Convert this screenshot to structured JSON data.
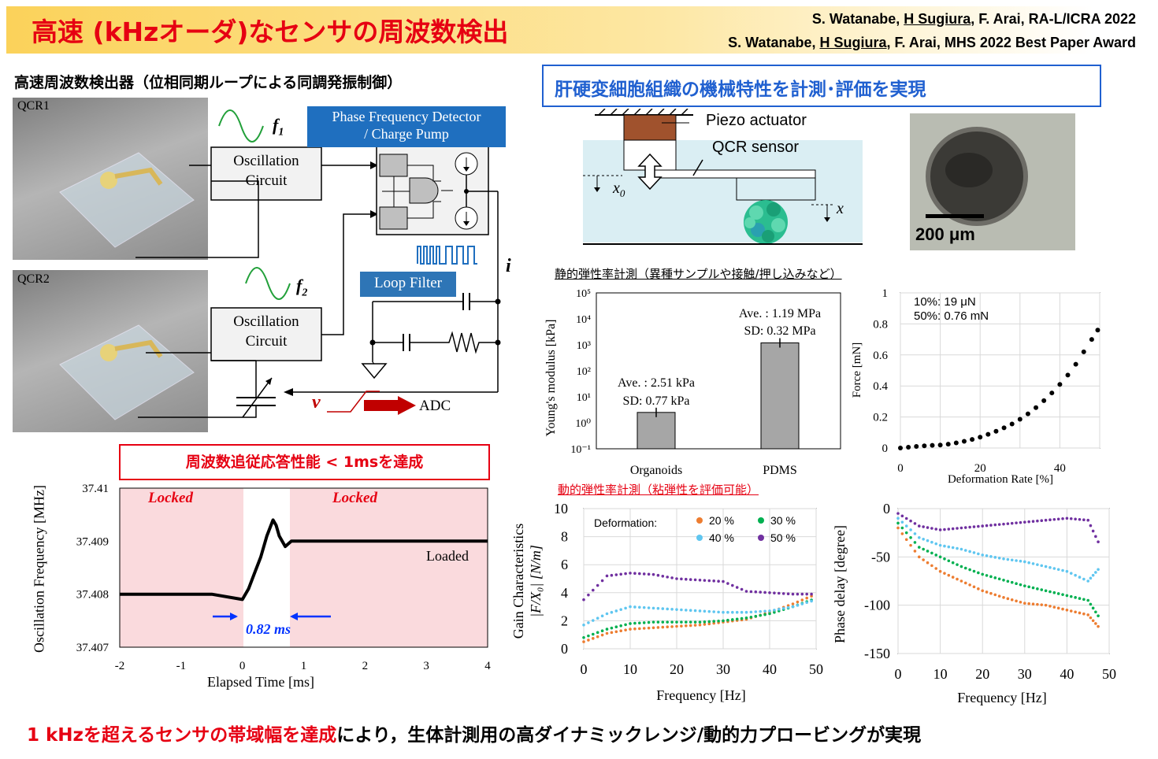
{
  "title": "高速 (kHzオーダ)なセンサの周波数検出",
  "citations": [
    {
      "pre": "S. Watanabe, ",
      "u": "H Sugiura",
      "post": ", F. Arai, RA-L/ICRA 2022"
    },
    {
      "pre": "S. Watanabe, ",
      "u": "H Sugiura",
      "post": ", F. Arai, MHS 2022 Best Paper Award"
    }
  ],
  "left": {
    "heading": "高速周波数検出器（位相同期ループによる同調発振制御）",
    "qcr1": "QCR1",
    "qcr2": "QCR2",
    "f1": "f",
    "f1_sub": "1",
    "f2": "f",
    "f2_sub": "2",
    "osc1": [
      "Oscillation",
      "Circuit"
    ],
    "osc2": [
      "Oscillation",
      "Circuit"
    ],
    "pfd": [
      "Phase Frequency Detector",
      "/ Charge Pump"
    ],
    "loop_filter": "Loop Filter",
    "i_label": "i",
    "v_label": "v",
    "adc": "ADC"
  },
  "response": {
    "banner": "周波数追従応答性能 < 1msを達成",
    "ylabel": "Oscillation Frequency [MHz]",
    "xlabel": "Elapsed Time [ms]",
    "locked1": "Locked",
    "locked2": "Locked",
    "loaded": "Loaded",
    "delay": "0.82 ms",
    "xticks": [
      "-2",
      "-1",
      "0",
      "1",
      "2",
      "3",
      "4"
    ],
    "yticks": [
      "37.41",
      "37.409",
      "37.408",
      "37.407"
    ]
  },
  "right": {
    "banner": "肝硬変細胞組織の機械特性を計測･評価を実現",
    "piezo": "Piezo actuator",
    "qcr_sensor": "QCR sensor",
    "x0": "x",
    "x0_sub": "0",
    "x": "x",
    "scalebar": "200 μm",
    "static_heading": "静的弾性率計測（異種サンプルや接触/押し込みなど）",
    "dynamic_heading": "動的弾性率計測（粘弾性を評価可能）"
  },
  "chart_data": [
    {
      "type": "line",
      "title": "",
      "xlabel": "Elapsed Time [ms]",
      "ylabel": "Oscillation Frequency [MHz]",
      "xlim": [
        -2,
        4
      ],
      "ylim": [
        37.407,
        37.41
      ],
      "series": [
        {
          "x": [
            -2,
            -1.5,
            -1,
            -0.5,
            0,
            0.1,
            0.2,
            0.3,
            0.4,
            0.5,
            0.55,
            0.6,
            0.7,
            0.8,
            1,
            2,
            3,
            4
          ],
          "values": [
            37.408,
            37.408,
            37.408,
            37.408,
            37.4079,
            37.4081,
            37.4084,
            37.4087,
            37.4091,
            37.4094,
            37.4093,
            37.4091,
            37.4089,
            37.409,
            37.409,
            37.409,
            37.409,
            37.409
          ]
        }
      ]
    },
    {
      "type": "bar",
      "title": "",
      "xlabel": "",
      "ylabel": "Young's modulus [kPa]",
      "scale": "log",
      "ylim": [
        0.1,
        100000
      ],
      "categories": [
        "Organoids",
        "PDMS"
      ],
      "values": [
        2.51,
        1190
      ],
      "annotations": [
        [
          "Ave. : 2.51 kPa",
          "SD: 0.77 kPa"
        ],
        [
          "Ave. : 1.19 MPa",
          "SD: 0.32 MPa"
        ]
      ],
      "yticks": [
        "10⁵",
        "10⁴",
        "10³",
        "10²",
        "10¹",
        "10⁰",
        "10⁻¹"
      ]
    },
    {
      "type": "scatter",
      "title": "",
      "xlabel": "Deformation Rate [%]",
      "ylabel": "Force [mN]",
      "xlim": [
        0,
        50
      ],
      "ylim": [
        0,
        1
      ],
      "xticks": [
        "0",
        "20",
        "40"
      ],
      "yticks": [
        "1",
        "0.8",
        "0.6",
        "0.4",
        "0.2",
        "0"
      ],
      "annotations": [
        "10%: 19 μN",
        "50%: 0.76 mN"
      ],
      "series": [
        {
          "x": [
            0,
            2,
            4,
            6,
            8,
            10,
            12,
            14,
            16,
            18,
            20,
            22,
            24,
            26,
            28,
            30,
            32,
            34,
            36,
            38,
            40,
            42,
            44,
            46,
            48,
            49.5
          ],
          "values": [
            0,
            0.005,
            0.01,
            0.014,
            0.017,
            0.019,
            0.025,
            0.033,
            0.043,
            0.055,
            0.07,
            0.088,
            0.108,
            0.13,
            0.155,
            0.185,
            0.22,
            0.26,
            0.305,
            0.355,
            0.41,
            0.47,
            0.54,
            0.62,
            0.7,
            0.76
          ]
        }
      ]
    },
    {
      "type": "scatter",
      "title": "",
      "xlabel": "Frequency [Hz]",
      "ylabel": "Gain Characteristics |F/X0| [N/m]",
      "xlim": [
        0,
        50
      ],
      "ylim": [
        0,
        10
      ],
      "xticks": [
        "0",
        "10",
        "20",
        "30",
        "40",
        "50"
      ],
      "yticks": [
        "10",
        "8",
        "6",
        "4",
        "2",
        "0"
      ],
      "legend_title": "Deformation:",
      "series": [
        {
          "name": "20 %",
          "color": "#ed7d31",
          "x": [
            0,
            5,
            10,
            15,
            20,
            25,
            30,
            35,
            40,
            45,
            50
          ],
          "values": [
            0.5,
            1.1,
            1.4,
            1.5,
            1.6,
            1.7,
            1.9,
            2.1,
            2.6,
            3.2,
            3.9
          ]
        },
        {
          "name": "30 %",
          "color": "#00b050",
          "x": [
            0,
            5,
            10,
            15,
            20,
            25,
            30,
            35,
            40,
            45,
            50
          ],
          "values": [
            0.8,
            1.4,
            1.8,
            1.9,
            1.9,
            1.9,
            2.0,
            2.2,
            2.5,
            3.0,
            3.6
          ]
        },
        {
          "name": "40 %",
          "color": "#5fc6f0",
          "x": [
            0,
            5,
            10,
            15,
            20,
            25,
            30,
            35,
            40,
            45,
            50
          ],
          "values": [
            1.7,
            2.5,
            3.0,
            2.9,
            2.8,
            2.7,
            2.6,
            2.6,
            2.7,
            3.0,
            3.5
          ]
        },
        {
          "name": "50 %",
          "color": "#7030a0",
          "x": [
            0,
            5,
            10,
            15,
            20,
            25,
            30,
            35,
            40,
            45,
            50
          ],
          "values": [
            3.5,
            5.2,
            5.4,
            5.3,
            5.0,
            4.9,
            4.8,
            4.1,
            4.0,
            3.9,
            3.9
          ]
        }
      ]
    },
    {
      "type": "scatter",
      "title": "",
      "xlabel": "Frequency [Hz]",
      "ylabel": "Phase delay [degree]",
      "xlim": [
        0,
        50
      ],
      "ylim": [
        -150,
        0
      ],
      "xticks": [
        "0",
        "10",
        "20",
        "30",
        "40",
        "50"
      ],
      "yticks": [
        "0",
        "-50",
        "-100",
        "-150"
      ],
      "series": [
        {
          "name": "20 %",
          "color": "#ed7d31",
          "x": [
            0,
            5,
            10,
            15,
            20,
            25,
            30,
            35,
            40,
            45,
            48
          ],
          "values": [
            -20,
            -50,
            -65,
            -75,
            -85,
            -92,
            -98,
            -100,
            -105,
            -110,
            -125
          ]
        },
        {
          "name": "30 %",
          "color": "#00b050",
          "x": [
            0,
            5,
            10,
            15,
            20,
            25,
            30,
            35,
            40,
            45,
            48
          ],
          "values": [
            -15,
            -40,
            -50,
            -60,
            -68,
            -74,
            -80,
            -85,
            -90,
            -95,
            -115
          ]
        },
        {
          "name": "40 %",
          "color": "#5fc6f0",
          "x": [
            0,
            5,
            10,
            15,
            20,
            25,
            30,
            35,
            40,
            45,
            48
          ],
          "values": [
            -10,
            -30,
            -38,
            -42,
            -48,
            -52,
            -55,
            -60,
            -65,
            -75,
            -60
          ]
        },
        {
          "name": "50 %",
          "color": "#7030a0",
          "x": [
            0,
            5,
            10,
            15,
            20,
            25,
            30,
            35,
            40,
            45,
            48
          ],
          "values": [
            -5,
            -18,
            -22,
            -20,
            -18,
            -16,
            -14,
            -12,
            -10,
            -12,
            -40
          ]
        }
      ]
    }
  ],
  "footer": {
    "red": "1 kHzを超えるセンサの帯域幅を達成",
    "black": "により，生体計測用の高ダイナミックレンジ/動的力プロービングが実現"
  },
  "colors": {
    "accent_red": "#e60012",
    "accent_blue": "#2060d0",
    "banner_yellow": "#fbd25a",
    "pfd_blue": "#1f6fbf",
    "locked_pink": "#fadadd"
  }
}
